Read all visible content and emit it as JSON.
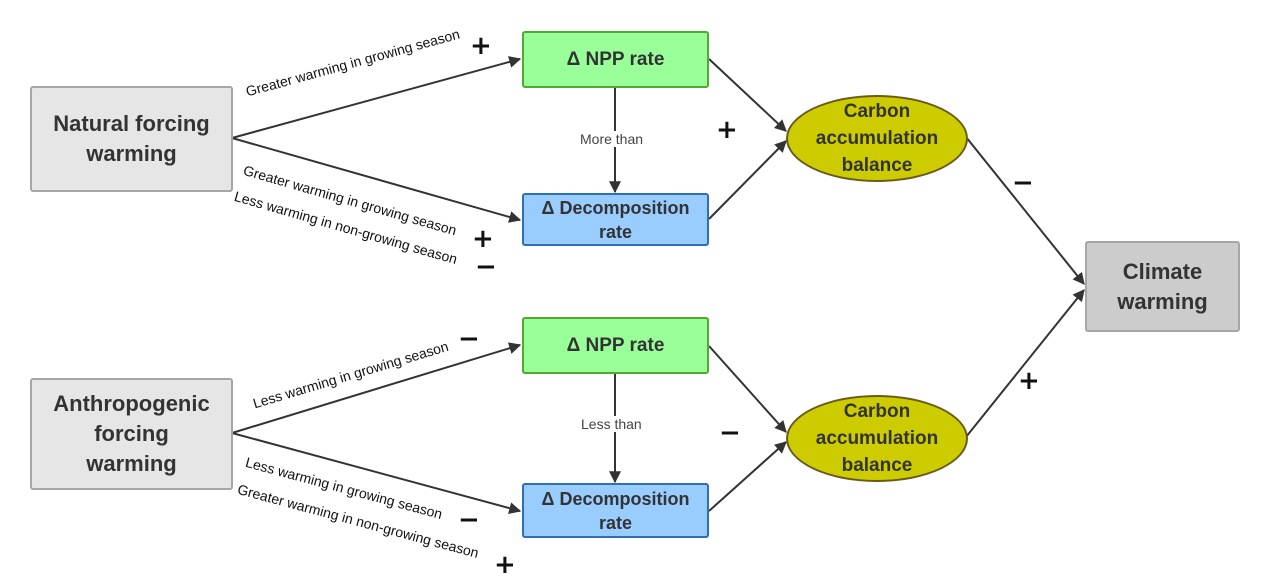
{
  "top": {
    "source": "Natural forcing\nwarming",
    "npp": "Δ NPP rate",
    "decomp": "Δ Decomposition\nrate",
    "carbon": "Carbon\naccumulation\nbalance",
    "comparison": "More than",
    "edge_npp_label": "Greater warming in growing season",
    "edge_npp_sign": "+",
    "edge_decomp_label_1": "Greater warming in growing season",
    "edge_decomp_sign_1": "+",
    "edge_decomp_label_2": "Less warming in non-growing season",
    "edge_decomp_sign_2": "−",
    "carbon_sign": "+",
    "climate_sign": "−"
  },
  "bottom": {
    "source": "Anthropogenic\nforcing\nwarming",
    "npp": "Δ NPP rate",
    "decomp": "Δ Decomposition\nrate",
    "carbon": "Carbon\naccumulation\nbalance",
    "comparison": "Less than",
    "edge_npp_label": "Less warming in growing season",
    "edge_npp_sign": "−",
    "edge_decomp_label_1": "Less warming in growing season",
    "edge_decomp_sign_1": "−",
    "edge_decomp_label_2": "Greater warming in non-growing season",
    "edge_decomp_sign_2": "+",
    "carbon_sign": "−",
    "climate_sign": "+"
  },
  "climate": "Climate\nwarming",
  "colors": {
    "source_fill": "#e6e6e6",
    "npp_fill": "#99ff99",
    "decomp_fill": "#99ccff",
    "carbon_fill": "#cccc00",
    "climate_fill": "#cccccc",
    "arrow": "#333333"
  }
}
